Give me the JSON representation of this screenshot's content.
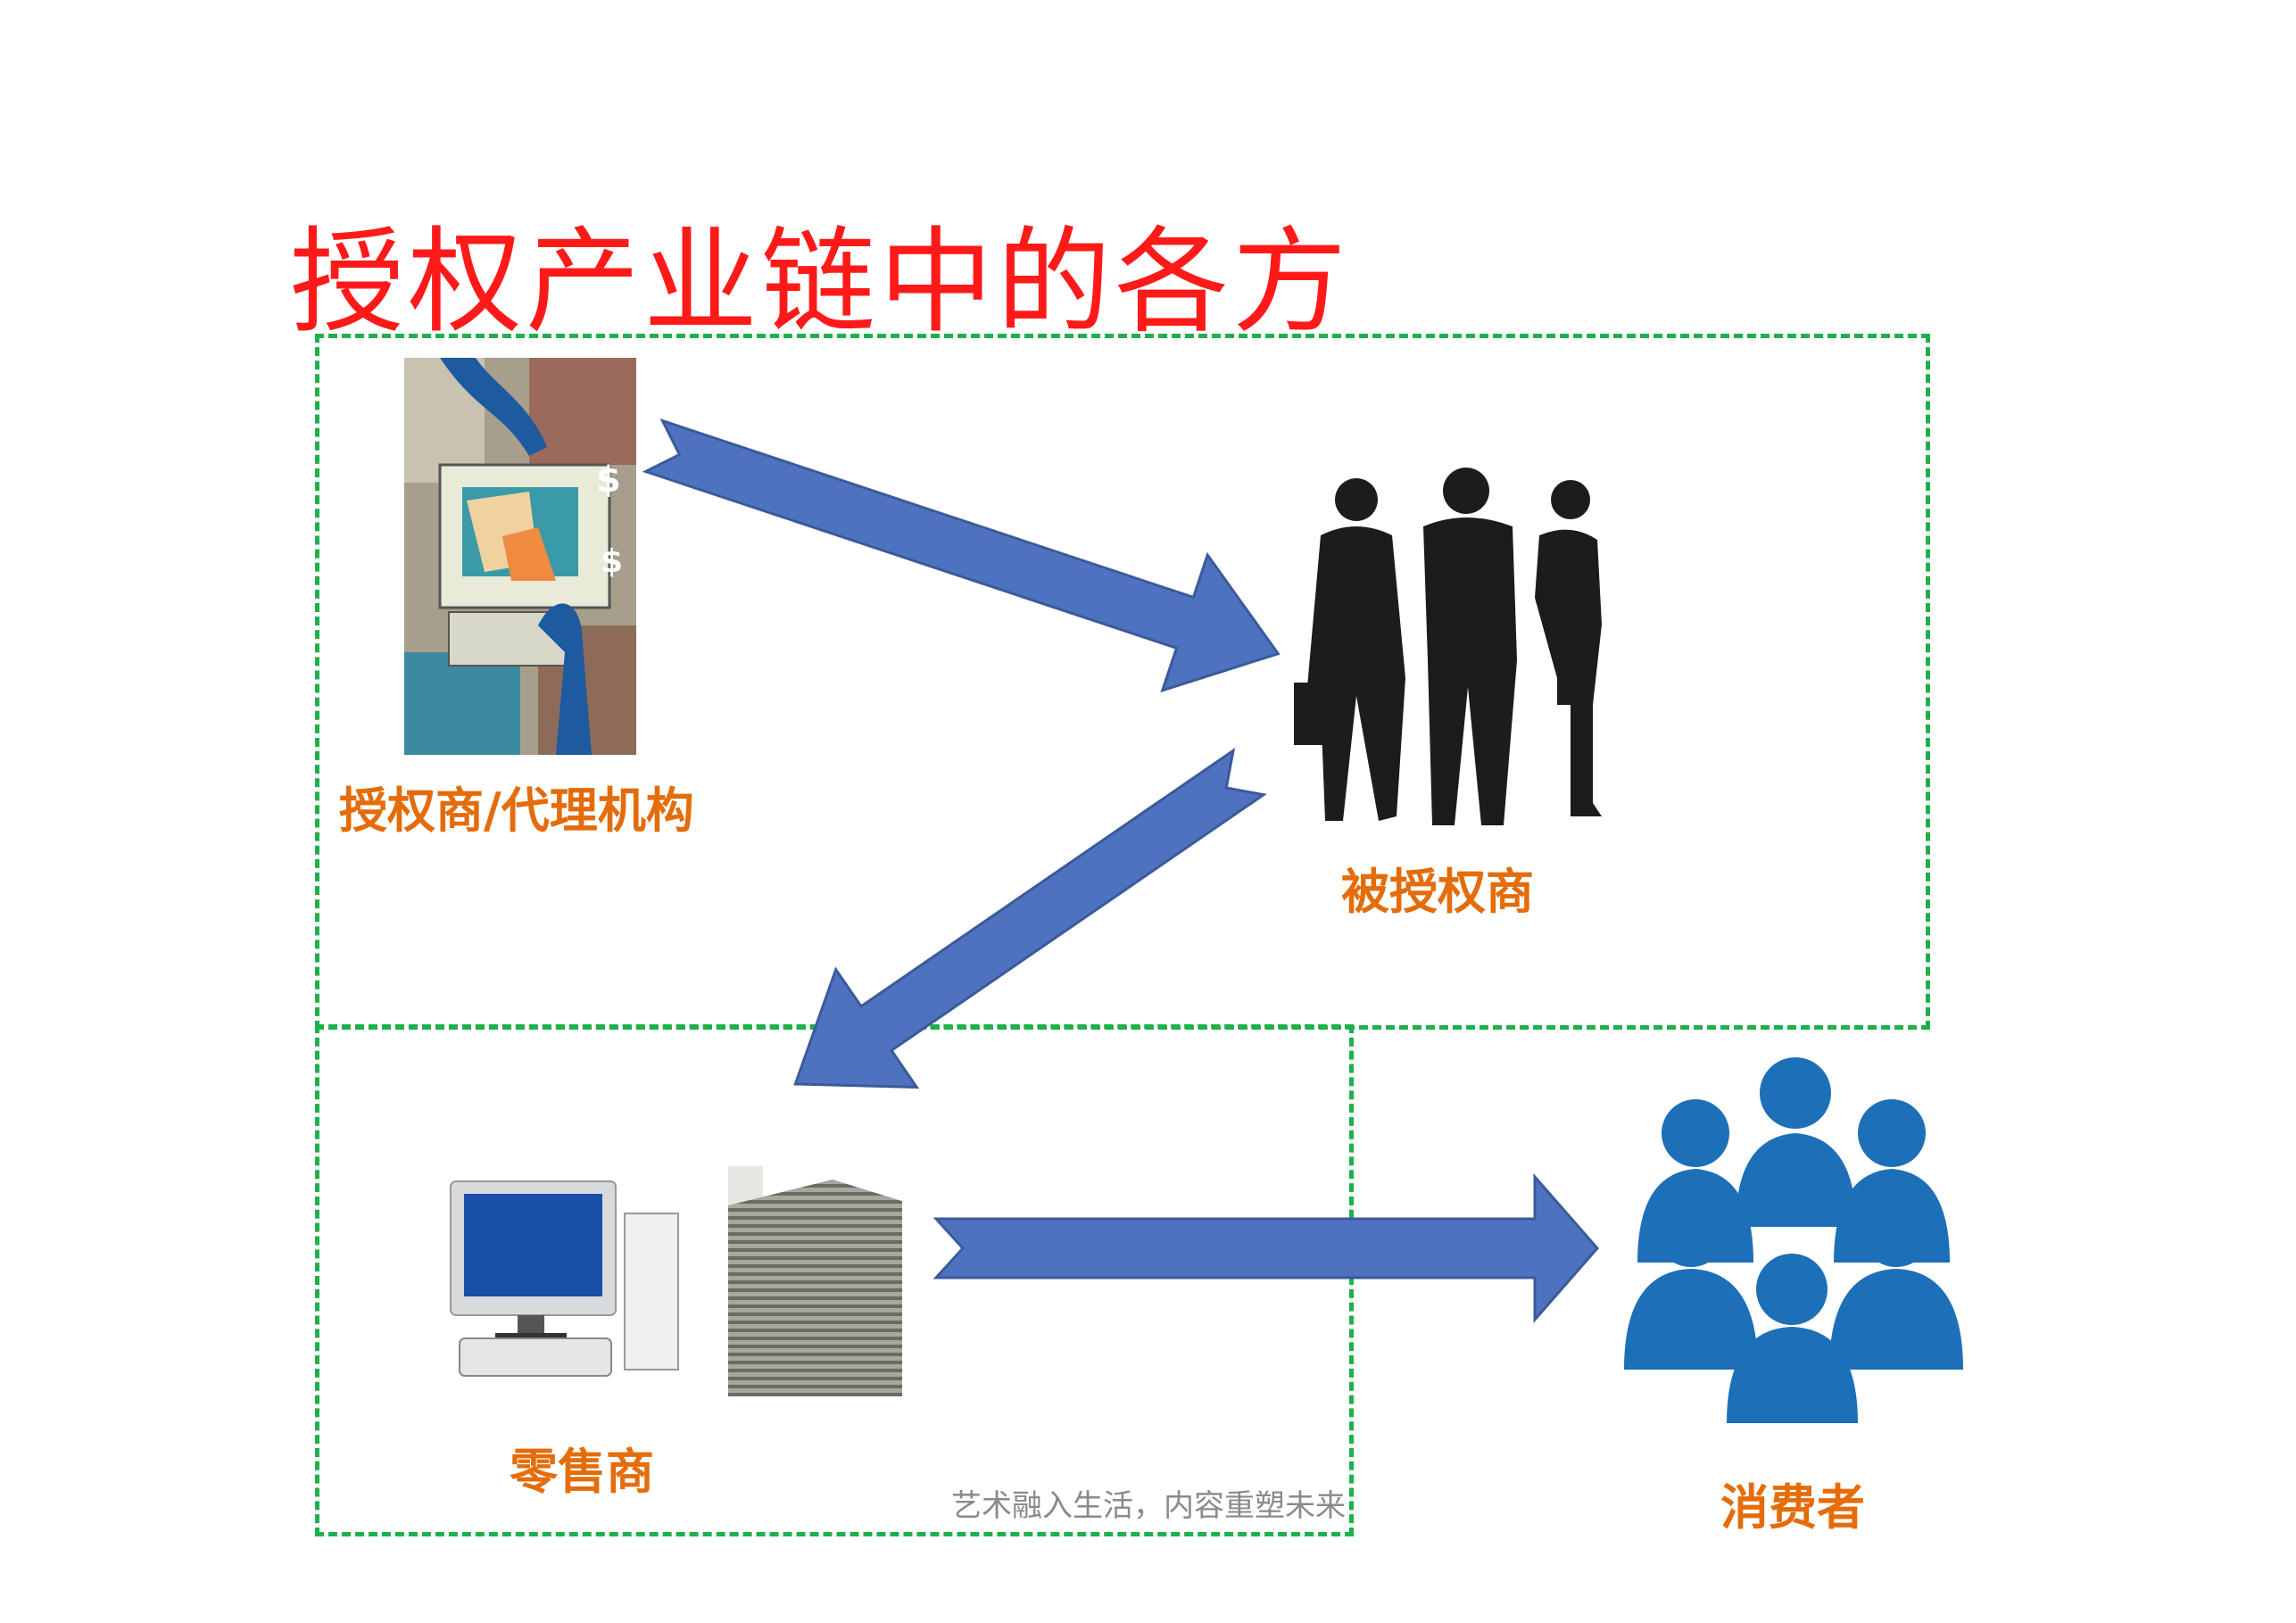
{
  "title": "授权产业链中的各方",
  "labels": {
    "licensor": "授权商/代理机构",
    "licensee": "被授权商",
    "retailer": "零售商",
    "consumer": "消费者"
  },
  "watermark": "艺术融入生活，内容重塑未来",
  "colors": {
    "title": "#ff1a1a",
    "label": "#e46c0a",
    "arrow": "#4f72c0",
    "box": "#1fb04c"
  }
}
